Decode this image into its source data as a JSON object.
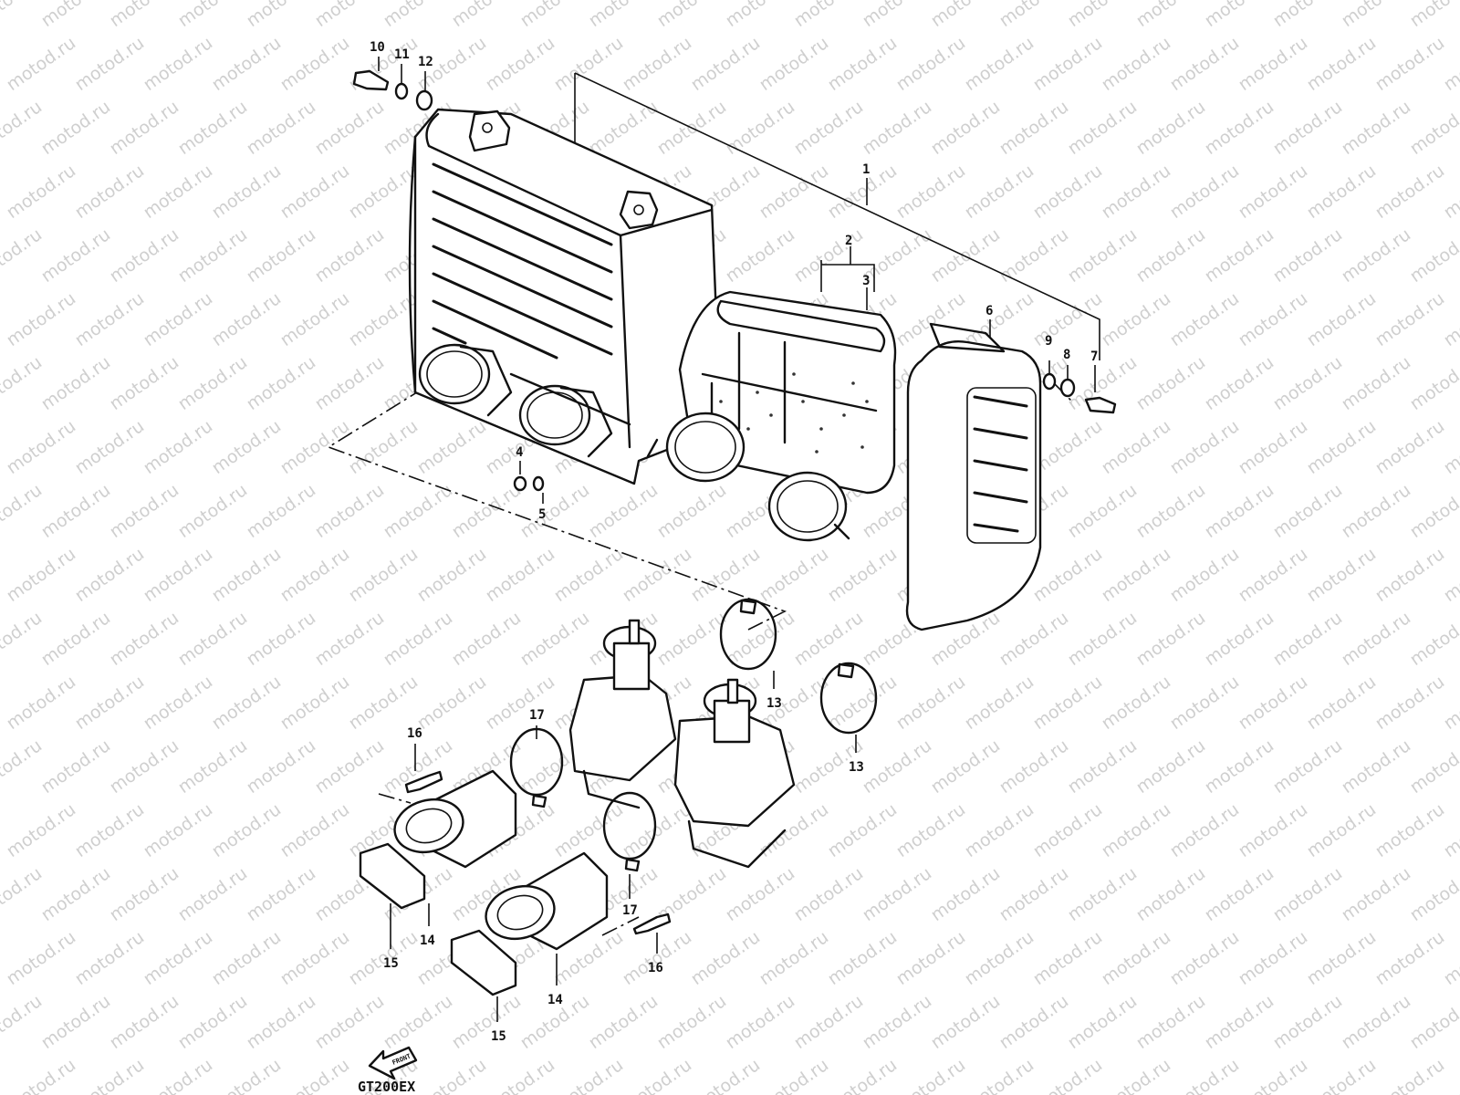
{
  "watermark": "motod.ru",
  "callouts": [
    {
      "id": "1",
      "label": "1"
    },
    {
      "id": "2",
      "label": "2"
    },
    {
      "id": "3",
      "label": "3"
    },
    {
      "id": "4",
      "label": "4"
    },
    {
      "id": "5",
      "label": "5"
    },
    {
      "id": "6",
      "label": "6"
    },
    {
      "id": "7",
      "label": "7"
    },
    {
      "id": "8",
      "label": "8"
    },
    {
      "id": "9",
      "label": "9"
    },
    {
      "id": "10",
      "label": "10"
    },
    {
      "id": "11",
      "label": "11"
    },
    {
      "id": "12",
      "label": "12"
    },
    {
      "id": "13a",
      "label": "13"
    },
    {
      "id": "13b",
      "label": "13"
    },
    {
      "id": "14a",
      "label": "14"
    },
    {
      "id": "14b",
      "label": "14"
    },
    {
      "id": "15a",
      "label": "15"
    },
    {
      "id": "15b",
      "label": "15"
    },
    {
      "id": "16a",
      "label": "16"
    },
    {
      "id": "16b",
      "label": "16"
    },
    {
      "id": "17a",
      "label": "17"
    },
    {
      "id": "17b",
      "label": "17"
    }
  ],
  "direction_arrow": {
    "icon": "front-arrow-icon",
    "label": "FRONT"
  },
  "diagram_code": "GT200EX"
}
